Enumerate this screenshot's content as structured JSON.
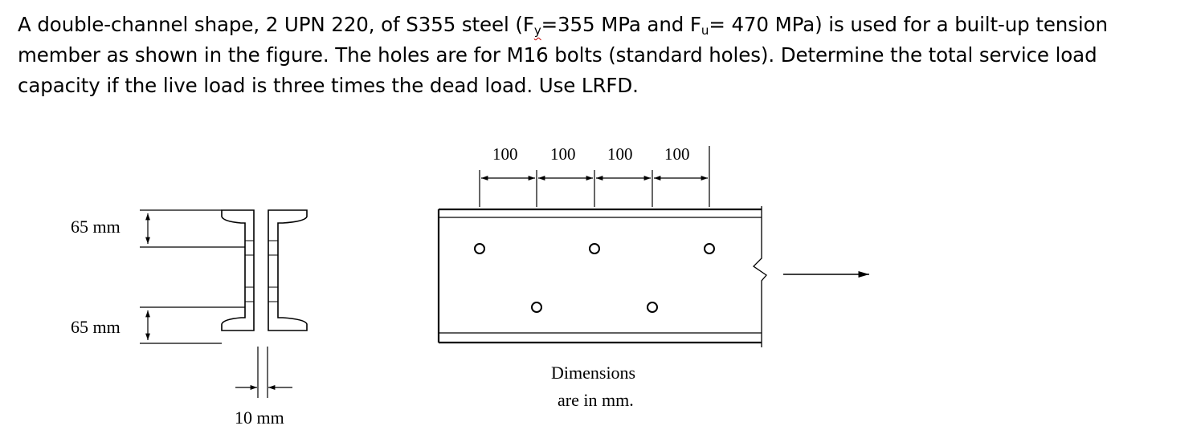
{
  "problem": {
    "line1_pre": "A double-channel shape, 2 UPN 220, of S355 steel (F",
    "fy_sub": "y",
    "line1_mid": "=355 MPa and F",
    "fu_sub": "u",
    "line1_post": "= 470 MPa) is used for a built-up tension",
    "line2": "member as shown in the figure. The holes are for M16 bolts (standard holes). Determine the total service load",
    "line3": "capacity if the live load is three times the dead load. Use LRFD."
  },
  "figure": {
    "section": {
      "top_flange_dim": "65 mm",
      "bottom_flange_dim": "65 mm",
      "gap_dim": "10 mm"
    },
    "plan": {
      "spacing_labels": [
        "100",
        "100",
        "100",
        "100"
      ],
      "note_line1": "Dimensions",
      "note_line2": "are in mm."
    }
  }
}
